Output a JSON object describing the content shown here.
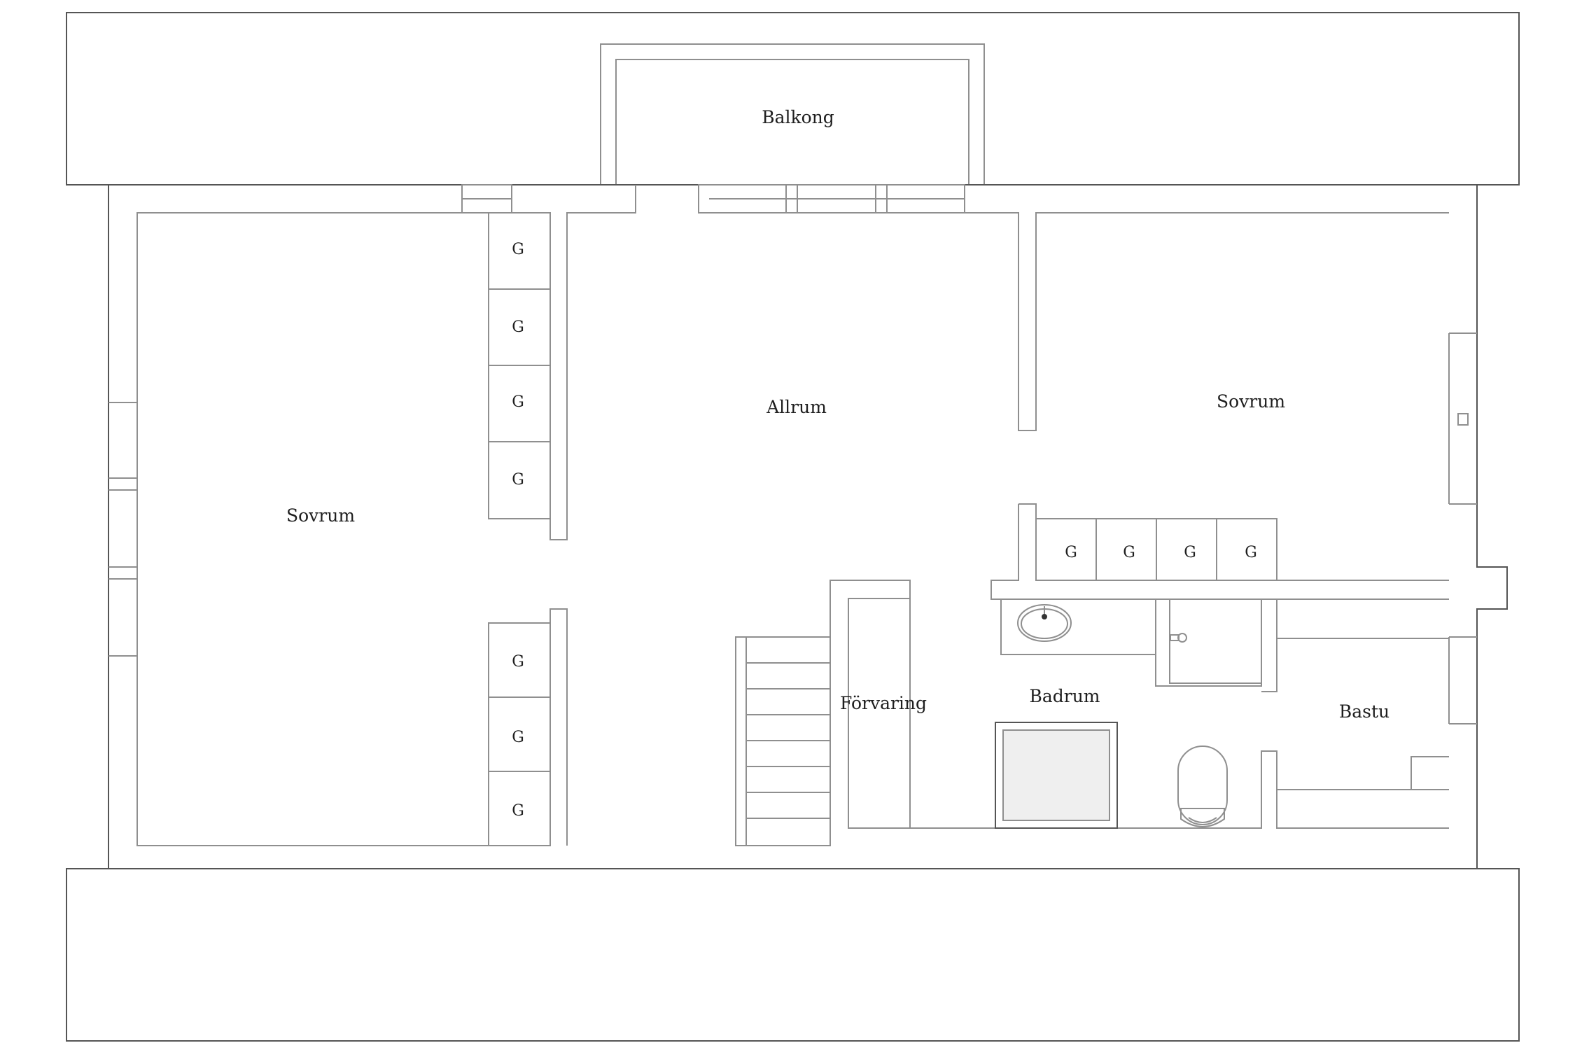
{
  "rooms": {
    "balkong": "Balkong",
    "allrum": "Allrum",
    "sovrum_left": "Sovrum",
    "sovrum_right": "Sovrum",
    "forvaring": "Förvaring",
    "badrum": "Badrum",
    "bastu": "Bastu"
  },
  "wardrobe_label": "G",
  "colors": {
    "line": "#8f8f8f",
    "outline": "#555555",
    "shower_fill": "#efefef"
  }
}
